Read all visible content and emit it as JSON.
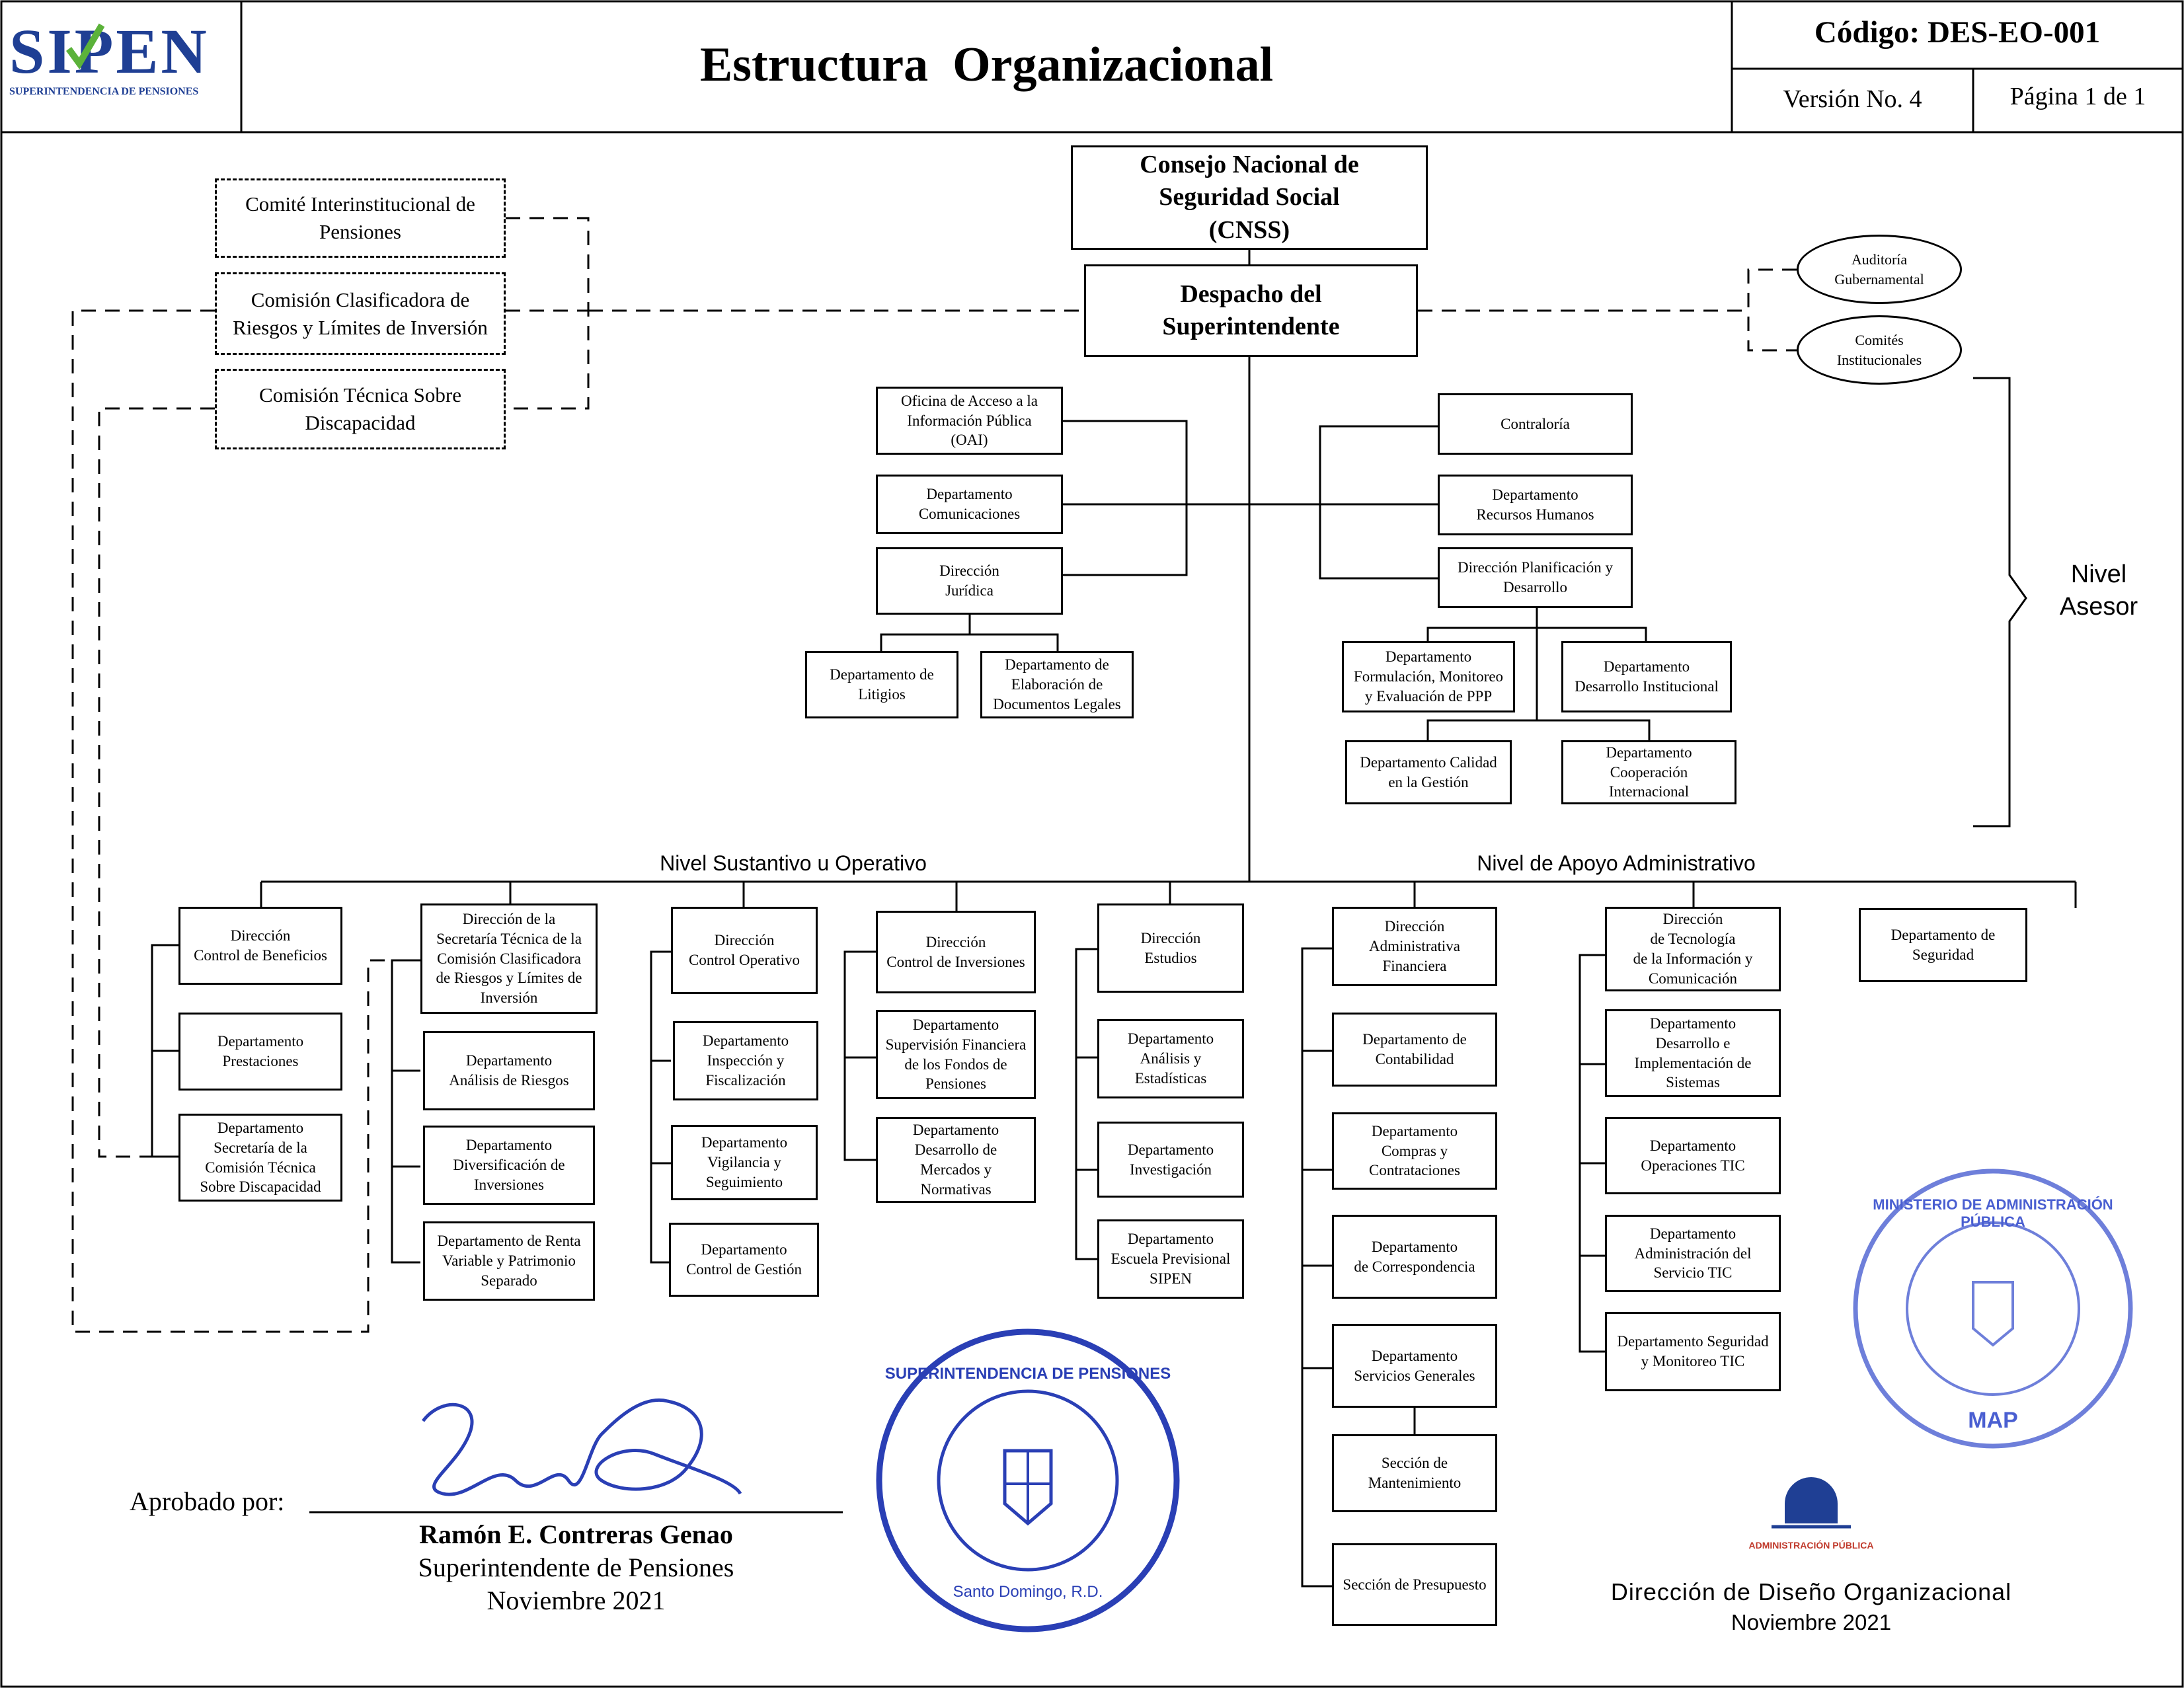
{
  "header": {
    "logo_text": "SIPEN",
    "logo_subtitle": "SUPERINTENDENCIA DE PENSIONES",
    "title": "Estructura  Organizacional",
    "codigo": "Código: DES-EO-001",
    "version": "Versión No. 4",
    "pagina": "Página 1 de 1"
  },
  "top": {
    "cnss": "Consejo Nacional de\nSeguridad Social\n(CNSS)",
    "despacho": "Despacho del\nSuperintendente"
  },
  "committees": [
    "Comité Interinstitucional de\nPensiones",
    "Comisión Clasificadora de\nRiesgos y Límites de Inversión",
    "Comisión Técnica Sobre\nDiscapacidad"
  ],
  "ovals": [
    "Auditoría\nGubernamental",
    "Comités\nInstitucionales"
  ],
  "asesor_left": [
    "Oficina de Acceso a la\nInformación Pública\n(OAI)",
    "Departamento\nComunicaciones",
    "Dirección\nJurídica",
    "Departamento de\nLitigios",
    "Departamento de\nElaboración de\nDocumentos Legales"
  ],
  "asesor_right": [
    "Contraloría",
    "Departamento\nRecursos Humanos",
    "Dirección Planificación y\nDesarrollo",
    "Departamento\nFormulación, Monitoreo\ny Evaluación de PPP",
    "Departamento\nDesarrollo Institucional",
    "Departamento Calidad\nen la Gestión",
    "Departamento\nCooperación\nInternacional"
  ],
  "labels": {
    "nivel_asesor": "Nivel\nAsesor",
    "nivel_sustantivo": "Nivel Sustantivo u Operativo",
    "nivel_apoyo": "Nivel de Apoyo Administrativo"
  },
  "columns": [
    {
      "head": "Dirección\nControl de Beneficios",
      "children": [
        "Departamento\nPrestaciones",
        "Departamento\nSecretaría de la\nComisión Técnica\nSobre Discapacidad"
      ]
    },
    {
      "head": "Dirección de la\nSecretaría Técnica de la\nComisión Clasificadora\nde Riesgos y Límites de\nInversión",
      "children": [
        "Departamento\nAnálisis de Riesgos",
        "Departamento\nDiversificación de\nInversiones",
        "Departamento de Renta\nVariable y Patrimonio\nSeparado"
      ]
    },
    {
      "head": "Dirección\nControl Operativo",
      "children": [
        "Departamento\nInspección y\nFiscalización",
        "Departamento\nVigilancia y\nSeguimiento",
        "Departamento\nControl de Gestión"
      ]
    },
    {
      "head": "Dirección\nControl de Inversiones",
      "children": [
        "Departamento\nSupervisión Financiera\nde los Fondos de\nPensiones",
        "Departamento\nDesarrollo de\nMercados y\nNormativas"
      ]
    },
    {
      "head": "Dirección\nEstudios",
      "children": [
        "Departamento\nAnálisis y\nEstadísticas",
        "Departamento\nInvestigación",
        "Departamento\nEscuela Previsional\nSIPEN"
      ]
    },
    {
      "head": "Dirección\nAdministrativa\nFinanciera",
      "children": [
        "Departamento de\nContabilidad",
        "Departamento\nCompras y\nContrataciones",
        "Departamento\nde Correspondencia",
        "Departamento\nServicios Generales",
        "Sección de\nMantenimiento",
        "Sección de Presupuesto"
      ]
    },
    {
      "head": "Dirección\nde Tecnología\nde la Información y\nComunicación",
      "children": [
        "Departamento\nDesarrollo e\nImplementación de\nSistemas",
        "Departamento\nOperaciones TIC",
        "Departamento\nAdministración del\nServicio TIC",
        "Departamento Seguridad\ny Monitoreo TIC"
      ]
    },
    {
      "head": "Departamento de\nSeguridad",
      "children": []
    }
  ],
  "footer": {
    "aprobado": "Aprobado por:",
    "name": "Ramón E. Contreras Genao",
    "role": "Superintendente de Pensiones",
    "date": "Noviembre 2021",
    "org_unit": "Dirección de Diseño Organizacional",
    "org_date": "Noviembre 2021",
    "seal_sipen": "SUPERINTENDENCIA DE PENSIONES",
    "seal_sipen_city": "Santo Domingo, R.D.",
    "seal_map": "MINISTERIO DE ADMINISTRACIÓN PÚBLICA",
    "seal_map_abbr": "MAP",
    "gov_logo_text": "ADMINISTRACIÓN PÚBLICA"
  }
}
